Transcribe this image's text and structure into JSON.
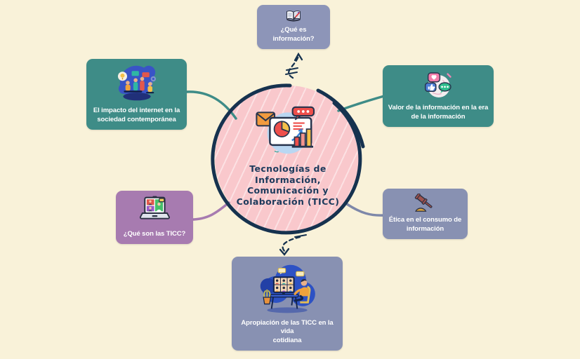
{
  "center": {
    "title": "Tecnologías de Información, Comunicación y Colaboración (TICC)",
    "title_lines": [
      "Tecnologías de",
      "Información,",
      "Comunicación y",
      "Colaboración (TICC)"
    ],
    "icon": "presentation-charts-icon"
  },
  "nodes": {
    "top": {
      "label": "¿Qué es información?",
      "icon": "open-book-pen-icon"
    },
    "top_left": {
      "label": "El impacto del internet en la\nsociedad contemporánea",
      "icon": "team-collaboration-illustration"
    },
    "top_right": {
      "label": "Valor de la información en la era\nde la información",
      "icon": "social-message-bubbles-icon"
    },
    "left": {
      "label": "¿Qué son las TICC?",
      "icon": "laptop-video-call-icon"
    },
    "right": {
      "label": "Ética en el consumo de\ninformación",
      "icon": "gavel-icon"
    },
    "bottom": {
      "label": "Apropiación de las TICC en la vida\ncotidiana",
      "icon": "remote-work-illustration"
    }
  },
  "edges": [
    {
      "from": "center",
      "to": "top",
      "style": "dashed-arrow"
    },
    {
      "from": "center",
      "to": "bottom",
      "style": "dashed-arrow"
    },
    {
      "from": "top_left",
      "to": "center",
      "style": "curve"
    },
    {
      "from": "top_right",
      "to": "center",
      "style": "curve"
    },
    {
      "from": "left",
      "to": "center",
      "style": "curve"
    },
    {
      "from": "right",
      "to": "center",
      "style": "curve"
    }
  ],
  "colors": {
    "background": "#f9f2d9",
    "pink": "#f9c8cc",
    "navy": "#16324f",
    "teal": "#3e8c87",
    "purple": "#a77bb0",
    "slate": "#8891b2",
    "slateLight": "#8d95b8",
    "connectorSlate": "#7e88a9",
    "titleNavy": "#1c3a5c",
    "labelText": "#ffffff"
  }
}
